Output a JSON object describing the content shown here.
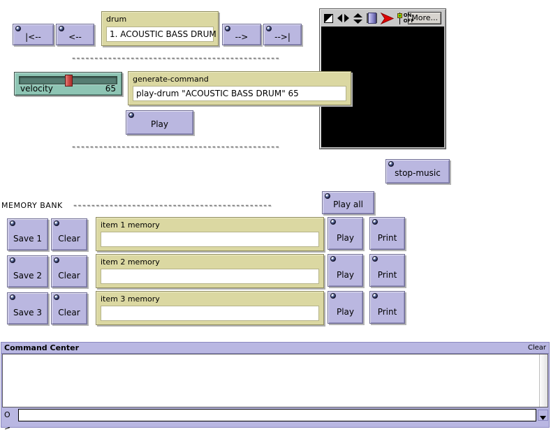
{
  "transport": {
    "first_label": "|<--",
    "prev_label": "<--",
    "next_label": "-->",
    "last_label": "-->|"
  },
  "drum_monitor": {
    "title": "drum",
    "value": "1. ACOUSTIC BASS DRUM"
  },
  "velocity_slider": {
    "label": "velocity",
    "value": "65"
  },
  "generate_command": {
    "title": "generate-command",
    "value": "play-drum \"ACOUSTIC BASS DRUM\" 65"
  },
  "play_button": {
    "label": "Play"
  },
  "stop_music_button": {
    "label": "stop-music"
  },
  "graphics_window": {
    "more_label": "More...",
    "on_label": "ON",
    "off_label": "OFF",
    "icons": [
      "contrast-icon",
      "horizontal-arrows-icon",
      "vertical-arrows-icon",
      "speed-slider",
      "fast-forward-flag-icon",
      "on-off-toggle"
    ]
  },
  "separators": {
    "dash_line_1": "----------------------------------------------",
    "dash_line_2": "----------------------------------------------",
    "memory_dash_line": "--------------------------------------------"
  },
  "memory_bank": {
    "heading": "MEMORY BANK",
    "play_all_label": "Play all",
    "rows": [
      {
        "save_label": "Save 1",
        "clear_label": "Clear",
        "monitor_title": "item 1 memory",
        "monitor_value": "",
        "play_label": "Play",
        "print_label": "Print"
      },
      {
        "save_label": "Save 2",
        "clear_label": "Clear",
        "monitor_title": "item 2 memory",
        "monitor_value": "",
        "play_label": "Play",
        "print_label": "Print"
      },
      {
        "save_label": "Save 3",
        "clear_label": "Clear",
        "monitor_title": "item 3 memory",
        "monitor_value": "",
        "play_label": "Play",
        "print_label": "Print"
      }
    ]
  },
  "command_center": {
    "title": "Command Center",
    "clear_label": "Clear",
    "prompt": "O >",
    "input_value": "",
    "output_text": ""
  },
  "colors": {
    "button_fill": "#bab7e0",
    "monitor_fill": "#dbd8a2",
    "slider_fill": "#8ec5b4",
    "slider_thumb": "#c74541",
    "canvas": "#000000",
    "command_bar": "#b9b7e2"
  }
}
